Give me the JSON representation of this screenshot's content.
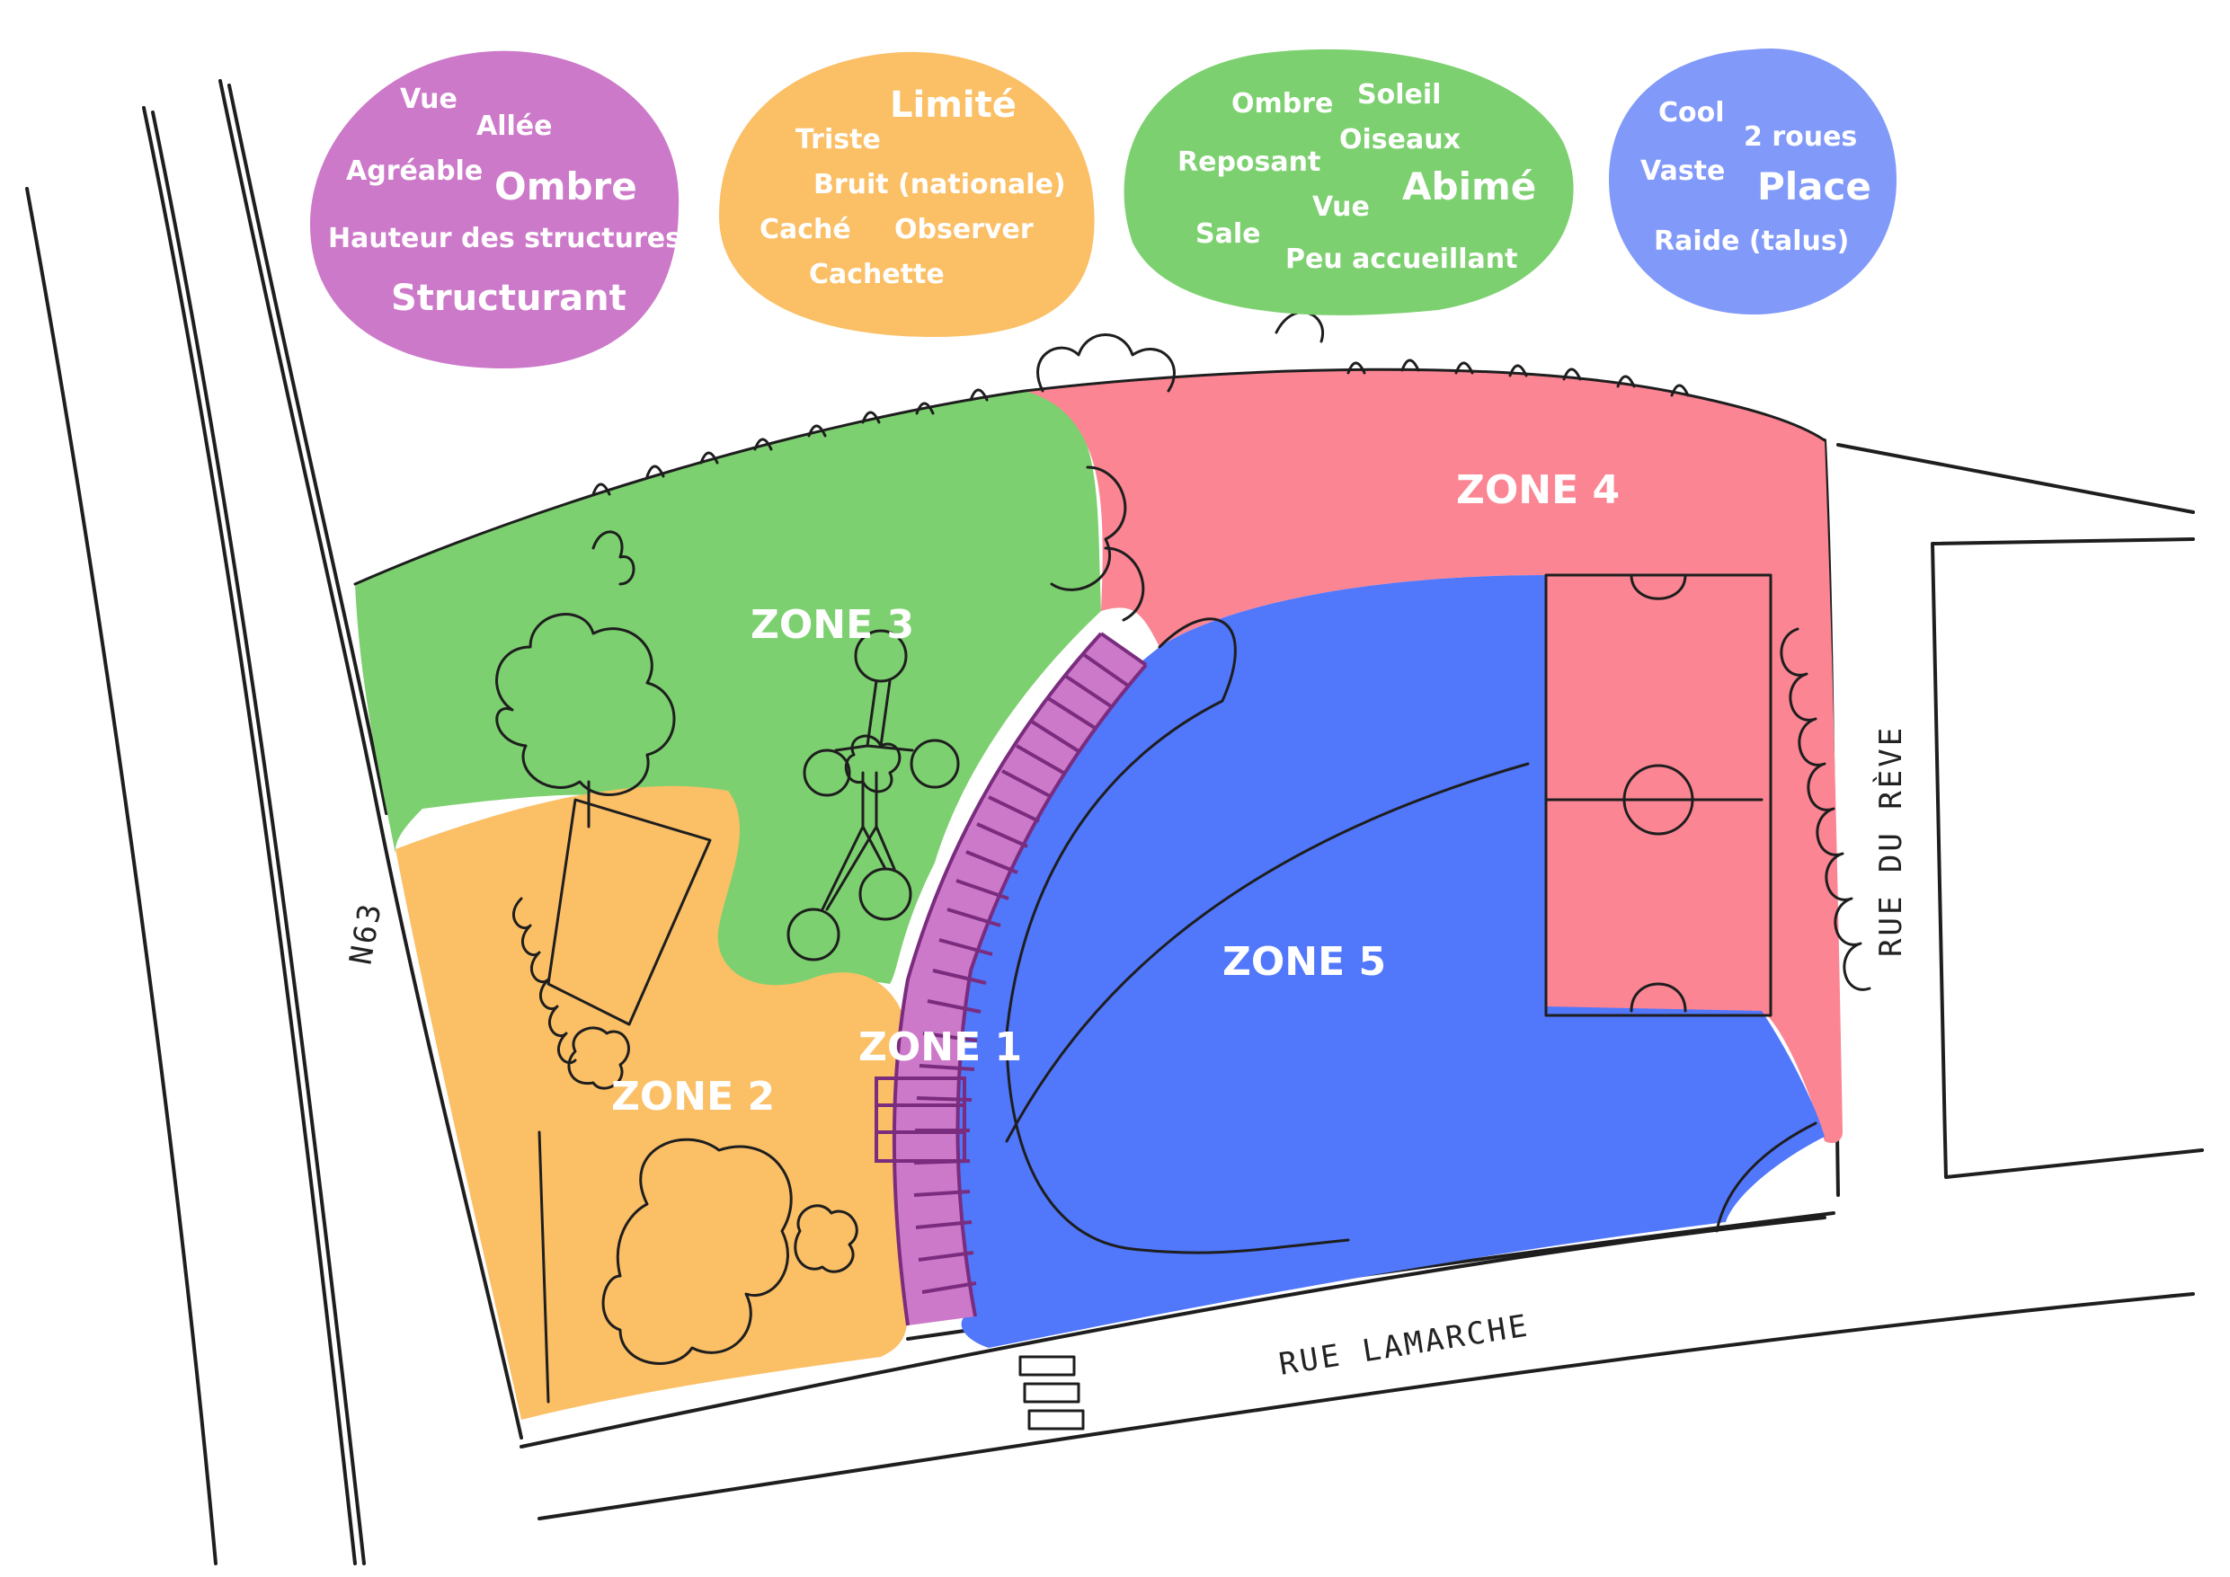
{
  "colors": {
    "purple": "#cd79c9",
    "orange": "#fbbf66",
    "green": "#7dd070",
    "blue_light": "#8199f9",
    "blue": "#5177fb",
    "pink": "#fb8593",
    "ink": "#1e1e1e"
  },
  "bubbles": [
    {
      "id": "purple",
      "words": [
        "Vue",
        "Allée",
        "Agréable",
        "Ombre",
        "Hauteur des structures",
        "Structurant"
      ]
    },
    {
      "id": "orange",
      "words": [
        "Limité",
        "Triste",
        "Bruit (nationale)",
        "Caché",
        "Observer",
        "Cachette"
      ]
    },
    {
      "id": "green",
      "words": [
        "Ombre",
        "Soleil",
        "Oiseaux",
        "Reposant",
        "Abimé",
        "Vue",
        "Sale",
        "Peu accueillant"
      ]
    },
    {
      "id": "blue",
      "words": [
        "Cool",
        "2 roues",
        "Vaste",
        "Place",
        "Raide (talus)"
      ]
    }
  ],
  "zones": [
    {
      "id": "zone-1",
      "label": "ZONE 1"
    },
    {
      "id": "zone-2",
      "label": "ZONE 2"
    },
    {
      "id": "zone-3",
      "label": "ZONE 3"
    },
    {
      "id": "zone-4",
      "label": "ZONE 4"
    },
    {
      "id": "zone-5",
      "label": "ZONE 5"
    }
  ],
  "streets": {
    "n63": "N63",
    "rue_lamarche": "RUE LAMARCHE",
    "rue_du_reve": "RUE DU RÈVE"
  }
}
